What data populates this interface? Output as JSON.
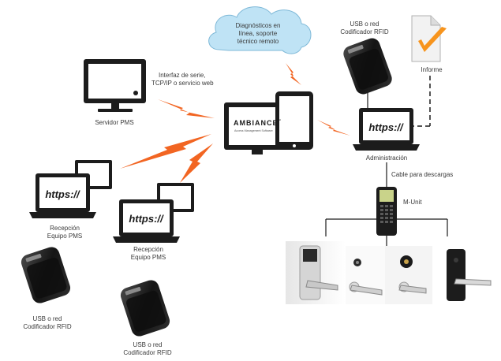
{
  "cloud_text": [
    "Diagnósticos en",
    "línea, soporte",
    "técnico remoto"
  ],
  "interface_text": [
    "Interfaz de serie,",
    "TCP/IP o servicio web"
  ],
  "ambiance_brand": "AMBIANCE",
  "ambiance_tm": "™",
  "ambiance_sub": "Access Management Software",
  "nodes": {
    "pms_server": "Servidor PMS",
    "administration": "Administración",
    "usb_top": [
      "USB o red",
      "Codificador RFID"
    ],
    "report": "Informe",
    "download_cable": "Cable para descargas",
    "munit": "M-Unit",
    "reception_1": [
      "Recepción",
      "Equipo PMS"
    ],
    "reception_2": [
      "Recepción",
      "Equipo PMS"
    ],
    "usb_bottom_1": [
      "USB o red",
      "Codificador RFID"
    ],
    "usb_bottom_2": [
      "USB o red",
      "Codificador RFID"
    ]
  },
  "url_text": "https://",
  "colors": {
    "lightning": "#f26522",
    "cloud": "#bfe3f5",
    "device": "#1c1c1c",
    "check": "#f7941d"
  }
}
